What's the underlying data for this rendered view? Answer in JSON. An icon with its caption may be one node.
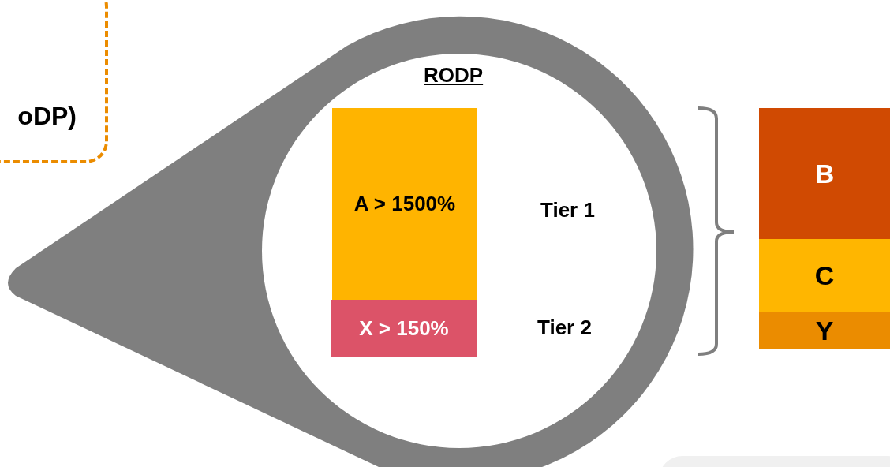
{
  "diagram": {
    "nodes": [
      {
        "text": [
          "oDP)"
        ]
      },
      {
        "text": [
          "RODP"
        ]
      },
      {
        "text": [
          "A > 1500%"
        ],
        "in": 1
      },
      {
        "text": [
          "X > 150%"
        ],
        "in": 1
      },
      {
        "text": [
          "B"
        ]
      },
      {
        "text": [
          "C"
        ]
      },
      {
        "text": [
          "Y"
        ]
      }
    ],
    "labels": [
      "Tier 1",
      "Tier 2"
    ]
  }
}
